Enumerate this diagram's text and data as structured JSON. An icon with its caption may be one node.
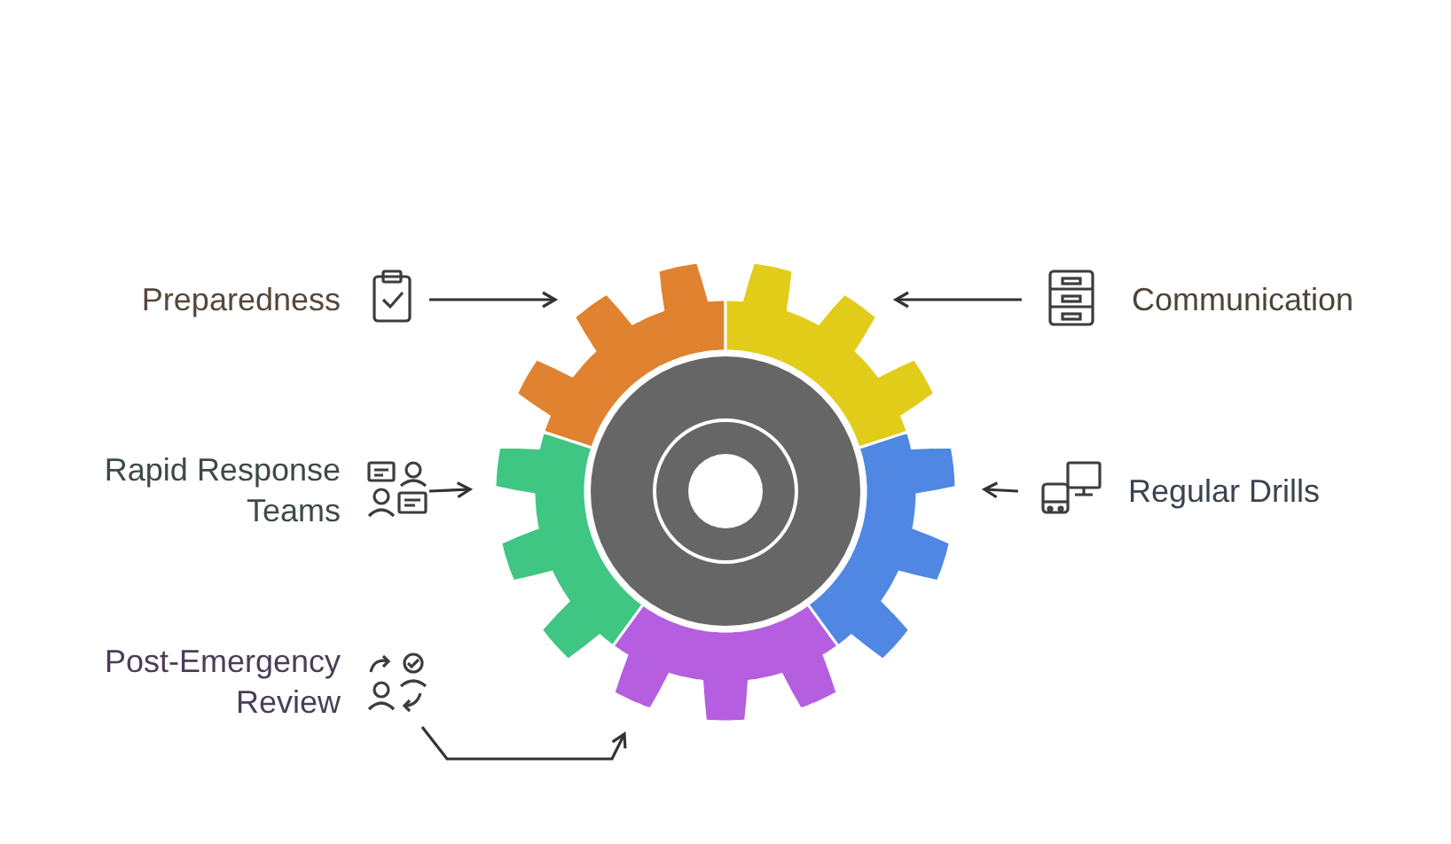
{
  "diagram": {
    "nodes": [
      {
        "text": [
          "Preparedness"
        ]
      },
      {
        "text": [],
        "shape": "gear"
      },
      {
        "text": [
          "Communication"
        ]
      },
      {
        "text": [],
        "shape": "gear"
      },
      {
        "text": [
          "Rapid Response Teams"
        ]
      },
      {
        "text": [],
        "shape": "gear"
      },
      {
        "text": [
          "Regular Drills"
        ]
      },
      {
        "text": [],
        "shape": "gear"
      },
      {
        "text": [
          "Post-Emergency Review"
        ]
      },
      {
        "text": [],
        "shape": "gear"
      }
    ],
    "edges": [
      {
        "from": 0,
        "to": 1,
        "arrow": "to"
      },
      {
        "from": 2,
        "to": 3,
        "arrow": "to"
      },
      {
        "from": 4,
        "to": 5,
        "arrow": "to"
      },
      {
        "from": 6,
        "to": 7,
        "arrow": "to"
      },
      {
        "from": 8,
        "to": 9,
        "arrow": "to"
      }
    ]
  }
}
